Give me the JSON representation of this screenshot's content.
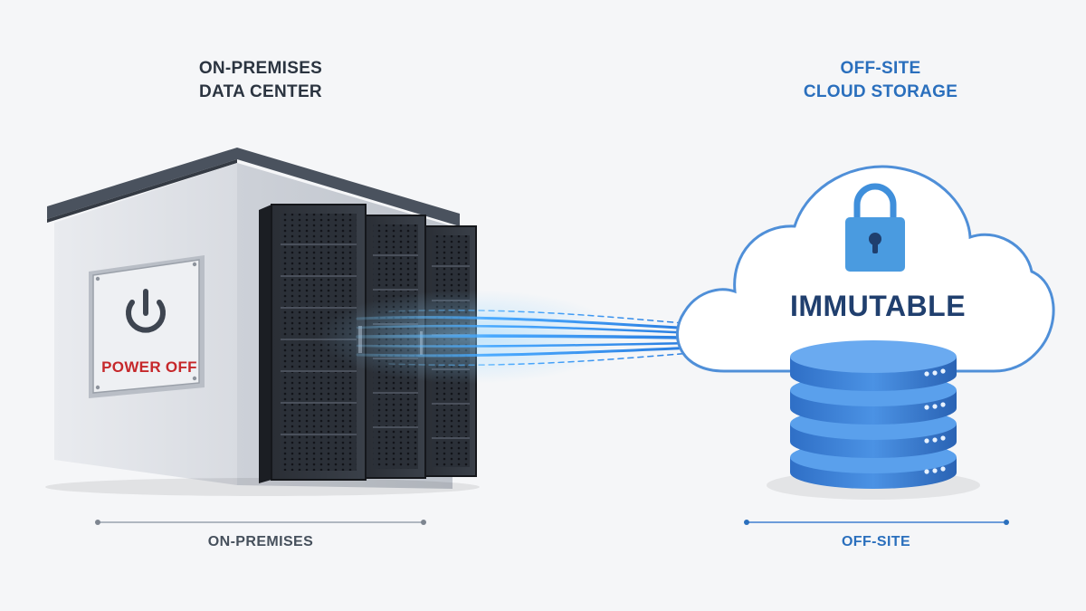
{
  "left": {
    "title_lines": [
      "ON-PREMISES",
      "DATA CENTER"
    ],
    "panel_label": "POWER OFF",
    "footer_label": "ON-PREMISES"
  },
  "right": {
    "title_lines": [
      "OFF-SITE",
      "CLOUD STORAGE"
    ],
    "cloud_label": "IMMUTABLE",
    "footer_label": "OFF-SITE"
  },
  "colors": {
    "background": "#f5f6f8",
    "left_text": "#2b3440",
    "right_accent": "#2a6fbd",
    "power_off": "#c6282b",
    "database_blue": "#3b7fd4",
    "lock_blue": "#4a9be0",
    "stream_blue": "#39a6ff"
  },
  "icons": [
    "power-icon",
    "lock-icon",
    "database-icon",
    "server-rack-icon",
    "cloud-icon",
    "arrow-icon"
  ]
}
